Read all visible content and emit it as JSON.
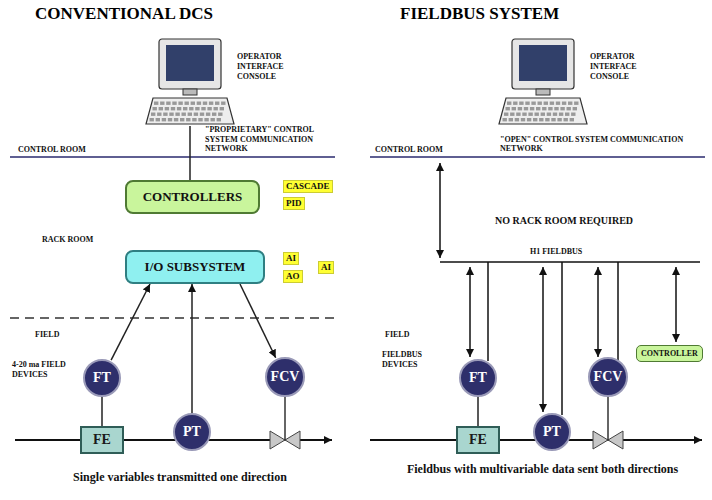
{
  "diagram": {
    "nodes": [
      {
        "text": [
          "OPERATOR INTERFACE CONSOLE"
        ]
      },
      {
        "text": [
          "CONTROLLERS"
        ]
      },
      {
        "text": [
          "I/O SUBSYSTEM"
        ]
      },
      {
        "text": [
          "FT"
        ]
      },
      {
        "text": [
          "FCV"
        ]
      },
      {
        "text": [
          "FE"
        ]
      },
      {
        "text": [
          "PT"
        ]
      },
      {
        "text": [
          "OPERATOR INTERFACE CONSOLE"
        ]
      },
      {
        "text": [
          "CONTROLLER"
        ]
      },
      {
        "text": [
          "FT"
        ]
      },
      {
        "text": [
          "FCV"
        ]
      },
      {
        "text": [
          "FE"
        ]
      },
      {
        "text": [
          "PT"
        ]
      }
    ],
    "edges": [
      {
        "from": 0,
        "to": 1,
        "arrow": "none"
      },
      {
        "from": 3,
        "to": 2,
        "arrow": "to"
      },
      {
        "from": 6,
        "to": 2,
        "arrow": "to"
      },
      {
        "from": 2,
        "to": 4,
        "arrow": "to"
      },
      {
        "from": 5,
        "to": 3,
        "arrow": "none"
      },
      {
        "from": 11,
        "to": 9,
        "arrow": "none"
      }
    ],
    "labels": [
      "CONVENTIONAL DCS",
      "FIELDBUS SYSTEM",
      "CONTROL ROOM",
      "\"PROPRIETARY\" CONTROL SYSTEM COMMUNICATION NETWORK",
      "CASCADE",
      "PID",
      "RACK ROOM",
      "AI",
      "AO",
      "AI",
      "FIELD",
      "4-20 ma FIELD DEVICES",
      "Single variables transmitted one direction",
      "CONTROL ROOM",
      "\"OPEN\" CONTROL SYSTEM COMMUNICATION NETWORK",
      "NO RACK ROOM REQUIRED",
      "H1 FIELDBUS",
      "FIELD",
      "FIELDBUS DEVICES",
      "Fieldbus with multivariable data sent both directions"
    ]
  }
}
